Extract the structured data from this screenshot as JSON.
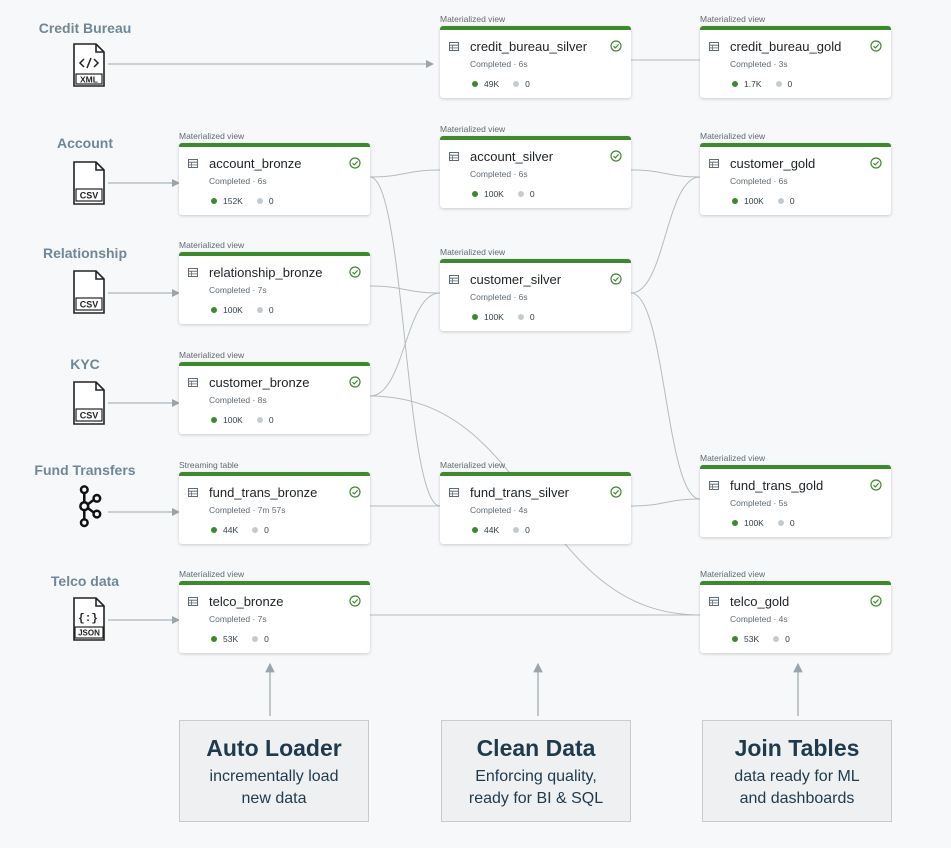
{
  "sources": [
    {
      "id": "credit",
      "label": "Credit Bureau",
      "format": "XML"
    },
    {
      "id": "account",
      "label": "Account",
      "format": "CSV"
    },
    {
      "id": "relationship",
      "label": "Relationship",
      "format": "CSV"
    },
    {
      "id": "kyc",
      "label": "KYC",
      "format": "CSV"
    },
    {
      "id": "fund",
      "label": "Fund Transfers",
      "format": "kafka-icon"
    },
    {
      "id": "telco",
      "label": "Telco data",
      "format": "JSON"
    }
  ],
  "nodes": [
    {
      "id": "credit_bureau_silver",
      "kind": "Materialized view",
      "name": "credit_bureau_silver",
      "status": "Completed · 6s",
      "rows": "49K",
      "dropped": "0"
    },
    {
      "id": "credit_bureau_gold",
      "kind": "Materialized view",
      "name": "credit_bureau_gold",
      "status": "Completed · 3s",
      "rows": "1.7K",
      "dropped": "0"
    },
    {
      "id": "account_bronze",
      "kind": "Materialized view",
      "name": "account_bronze",
      "status": "Completed · 6s",
      "rows": "152K",
      "dropped": "0"
    },
    {
      "id": "account_silver",
      "kind": "Materialized view",
      "name": "account_silver",
      "status": "Completed · 6s",
      "rows": "100K",
      "dropped": "0"
    },
    {
      "id": "customer_gold",
      "kind": "Materialized view",
      "name": "customer_gold",
      "status": "Completed · 6s",
      "rows": "100K",
      "dropped": "0"
    },
    {
      "id": "relationship_bronze",
      "kind": "Materialized view",
      "name": "relationship_bronze",
      "status": "Completed · 7s",
      "rows": "100K",
      "dropped": "0"
    },
    {
      "id": "customer_silver",
      "kind": "Materialized view",
      "name": "customer_silver",
      "status": "Completed · 6s",
      "rows": "100K",
      "dropped": "0"
    },
    {
      "id": "customer_bronze",
      "kind": "Materialized view",
      "name": "customer_bronze",
      "status": "Completed · 8s",
      "rows": "100K",
      "dropped": "0"
    },
    {
      "id": "fund_trans_bronze",
      "kind": "Streaming table",
      "name": "fund_trans_bronze",
      "status": "Completed · 7m 57s",
      "rows": "44K",
      "dropped": "0"
    },
    {
      "id": "fund_trans_silver",
      "kind": "Materialized view",
      "name": "fund_trans_silver",
      "status": "Completed · 4s",
      "rows": "44K",
      "dropped": "0"
    },
    {
      "id": "fund_trans_gold",
      "kind": "Materialized view",
      "name": "fund_trans_gold",
      "status": "Completed · 5s",
      "rows": "100K",
      "dropped": "0"
    },
    {
      "id": "telco_bronze",
      "kind": "Materialized view",
      "name": "telco_bronze",
      "status": "Completed · 7s",
      "rows": "53K",
      "dropped": "0"
    },
    {
      "id": "telco_gold",
      "kind": "Materialized view",
      "name": "telco_gold",
      "status": "Completed · 4s",
      "rows": "53K",
      "dropped": "0"
    }
  ],
  "edges": [
    [
      "credit_bureau_silver",
      "credit_bureau_gold"
    ],
    [
      "account_bronze",
      "account_silver"
    ],
    [
      "account_bronze",
      "fund_trans_silver"
    ],
    [
      "relationship_bronze",
      "customer_silver"
    ],
    [
      "customer_bronze",
      "customer_silver"
    ],
    [
      "customer_bronze",
      "telco_gold"
    ],
    [
      "fund_trans_bronze",
      "fund_trans_silver"
    ],
    [
      "telco_bronze",
      "telco_gold"
    ],
    [
      "account_silver",
      "customer_gold"
    ],
    [
      "customer_silver",
      "customer_gold"
    ],
    [
      "customer_silver",
      "fund_trans_gold"
    ],
    [
      "fund_trans_silver",
      "fund_trans_gold"
    ]
  ],
  "callouts": [
    {
      "title": "Auto Loader",
      "desc1": "incrementally load",
      "desc2": "new data"
    },
    {
      "title": "Clean Data",
      "desc1": "Enforcing quality,",
      "desc2": "ready for BI & SQL"
    },
    {
      "title": "Join Tables",
      "desc1": "data ready for ML",
      "desc2": "and dashboards"
    }
  ]
}
